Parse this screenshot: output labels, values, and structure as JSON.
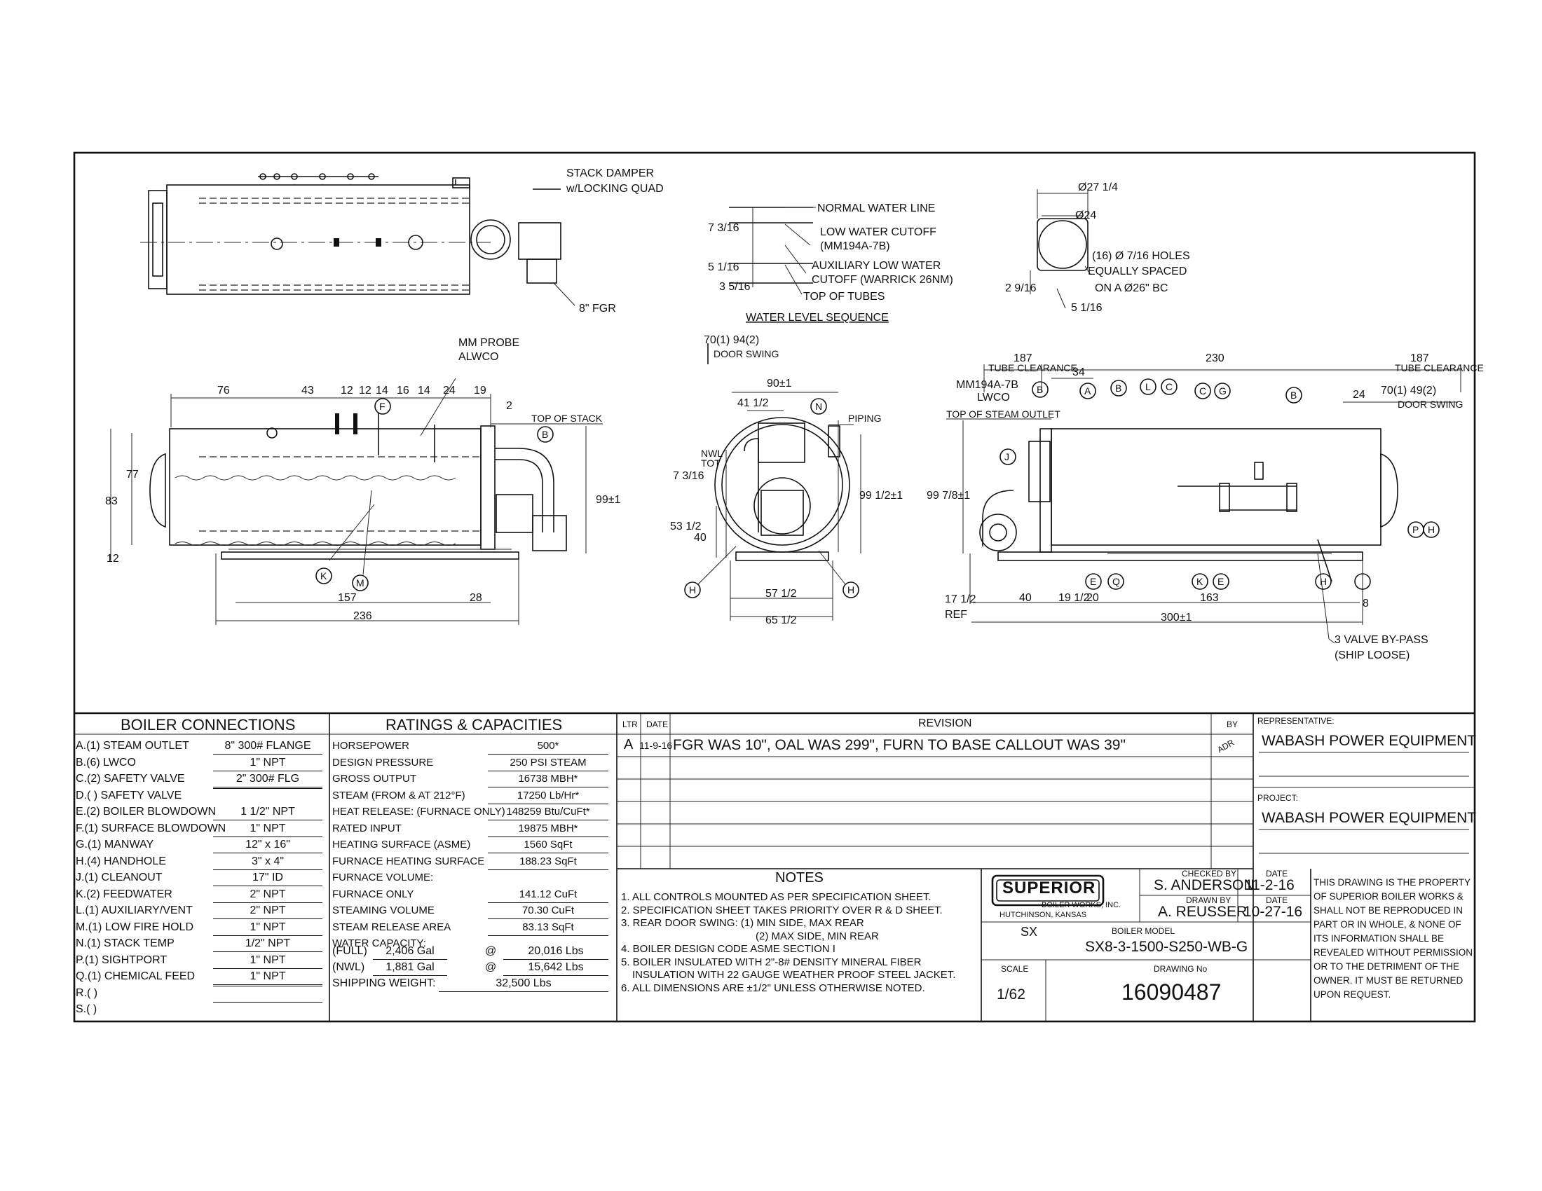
{
  "drawing": {
    "views": {
      "top": {
        "labels": [
          "STACK DAMPER",
          "w/LOCKING QUAD",
          "8\" FGR"
        ]
      },
      "water_level": {
        "title": "WATER LEVEL SEQUENCE",
        "labels": [
          "NORMAL WATER LINE",
          "LOW WATER CUTOFF",
          "(MM194A-7B)",
          "AUXILIARY LOW WATER",
          "CUTOFF (WARRICK 26NM)",
          "TOP OF TUBES"
        ],
        "dims": [
          "7 3/16",
          "5 1/16",
          "3 5/16"
        ]
      },
      "flange": {
        "dims": [
          "Ø27 1/4",
          "Ø24",
          "2 9/16",
          "5 1/16"
        ],
        "labels": [
          "(16) Ø 7/16 HOLES",
          "EQUALLY SPACED",
          "ON A Ø26\" BC"
        ]
      },
      "side_left": {
        "labels": [
          "MM PROBE",
          "ALWCO",
          "TOP OF STACK"
        ],
        "dims": [
          "76",
          "43",
          "12",
          "12",
          "14",
          "16",
          "14",
          "24",
          "19",
          "2",
          "77",
          "83",
          "99±1",
          "12",
          "157",
          "28",
          "236"
        ],
        "callouts": [
          "F",
          "B",
          "K",
          "M"
        ]
      },
      "front": {
        "labels": [
          "DOOR SWING",
          "PIPING",
          "NWL",
          "TOT"
        ],
        "dims": [
          "70(1) 94(2)",
          "90±1",
          "41 1/2",
          "7 3/16",
          "53 1/2",
          "40",
          "99 1/2±1",
          "57 1/2",
          "65 1/2"
        ],
        "callouts": [
          "N",
          "H",
          "H"
        ]
      },
      "side_right": {
        "labels": [
          "TUBE CLEARANCE",
          "TUBE CLEARANCE",
          "MM194A-7B",
          "LWCO",
          "TOP OF STEAM OUTLET",
          "DOOR SWING",
          "REF",
          "3 VALVE BY-PASS",
          "(SHIP LOOSE)"
        ],
        "dims": [
          "187",
          "230",
          "187",
          "34",
          "24",
          "70(1) 49(2)",
          "99 7/8±1",
          "17 1/2",
          "40",
          "19 1/2",
          "20",
          "163",
          "8",
          "300±1"
        ],
        "callouts": [
          "B",
          "A",
          "B",
          "L",
          "C",
          "C",
          "G",
          "B",
          "J",
          "P",
          "H",
          "E",
          "Q",
          "K",
          "E",
          "H"
        ]
      }
    }
  },
  "connections": {
    "title": "BOILER CONNECTIONS",
    "rows": [
      {
        "label": "A.(1) STEAM OUTLET",
        "value": "8\" 300# FLANGE"
      },
      {
        "label": "B.(6) LWCO",
        "value": "1\" NPT"
      },
      {
        "label": "C.(2) SAFETY VALVE",
        "value": "2\" 300# FLG"
      },
      {
        "label": "D.( ) SAFETY VALVE",
        "value": ""
      },
      {
        "label": "E.(2) BOILER BLOWDOWN",
        "value": "1 1/2\" NPT"
      },
      {
        "label": "F.(1) SURFACE BLOWDOWN",
        "value": "1\" NPT"
      },
      {
        "label": "G.(1) MANWAY",
        "value": "12\" x 16\""
      },
      {
        "label": "H.(4) HANDHOLE",
        "value": "3\" x 4\""
      },
      {
        "label": "J.(1) CLEANOUT",
        "value": "17\" ID"
      },
      {
        "label": "K.(2) FEEDWATER",
        "value": "2\" NPT"
      },
      {
        "label": "L.(1) AUXILIARY/VENT",
        "value": "2\" NPT"
      },
      {
        "label": "M.(1) LOW FIRE HOLD",
        "value": "1\" NPT"
      },
      {
        "label": "N.(1) STACK TEMP",
        "value": "1/2\" NPT"
      },
      {
        "label": "P.(1) SIGHTPORT",
        "value": "1\" NPT"
      },
      {
        "label": "Q.(1) CHEMICAL FEED",
        "value": "1\" NPT"
      },
      {
        "label": "R.( )",
        "value": ""
      },
      {
        "label": "S.( )",
        "value": ""
      }
    ]
  },
  "ratings": {
    "title": "RATINGS & CAPACITIES",
    "rows": [
      {
        "label": "HORSEPOWER",
        "value": "500*"
      },
      {
        "label": "DESIGN PRESSURE",
        "value": "250 PSI STEAM"
      },
      {
        "label": "GROSS OUTPUT",
        "value": "16738 MBH*"
      },
      {
        "label": "STEAM (FROM & AT 212°F)",
        "value": "17250 Lb/Hr*"
      },
      {
        "label": "HEAT RELEASE: (FURNACE ONLY)",
        "value": "148259 Btu/CuFt*"
      },
      {
        "label": "RATED INPUT",
        "value": "19875 MBH*"
      },
      {
        "label": "HEATING SURFACE (ASME)",
        "value": "1560 SqFt"
      },
      {
        "label": "FURNACE HEATING SURFACE",
        "value": "188.23 SqFt"
      },
      {
        "label": "FURNACE VOLUME:",
        "value": ""
      },
      {
        "label": "FURNACE ONLY",
        "value": "141.12 CuFt"
      },
      {
        "label": "STEAMING VOLUME",
        "value": "70.30 CuFt"
      },
      {
        "label": "STEAM RELEASE AREA",
        "value": "83.13 SqFt"
      },
      {
        "label": "WATER CAPACITY:",
        "value": ""
      }
    ],
    "water_full": {
      "label": "(FULL)",
      "gal": "2,406 Gal",
      "at": "@",
      "lbs": "20,016 Lbs"
    },
    "water_nwl": {
      "label": "(NWL)",
      "gal": "1,881 Gal",
      "at": "@",
      "lbs": "15,642 Lbs"
    },
    "shipping": {
      "label": "SHIPPING WEIGHT:",
      "value": "32,500 Lbs"
    }
  },
  "revision": {
    "headers": {
      "ltr": "LTR",
      "date": "DATE",
      "revision": "REVISION",
      "by": "BY"
    },
    "rows": [
      {
        "ltr": "A",
        "date": "11-9-16",
        "text": "FGR WAS 10\", OAL WAS 299\", FURN TO BASE CALLOUT WAS 39\"",
        "by": "ADR"
      }
    ]
  },
  "representative": {
    "label": "REPRESENTATIVE:",
    "value": "WABASH POWER EQUIPMENT"
  },
  "project": {
    "label": "PROJECT:",
    "value": "WABASH POWER EQUIPMENT"
  },
  "notes": {
    "title": "NOTES",
    "items": [
      "1. ALL CONTROLS MOUNTED AS PER SPECIFICATION SHEET.",
      "2. SPECIFICATION SHEET TAKES PRIORITY OVER R & D SHEET.",
      "3. REAR DOOR SWING: (1) MIN SIDE, MAX REAR",
      "(2) MAX SIDE, MIN REAR",
      "4. BOILER DESIGN CODE ASME SECTION   I",
      "5. BOILER INSULATED WITH 2\"-8# DENSITY MINERAL FIBER",
      "INSULATION WITH 22 GAUGE WEATHER PROOF STEEL JACKET.",
      "6. ALL DIMENSIONS ARE ±1/2\" UNLESS OTHERWISE NOTED."
    ]
  },
  "title_block": {
    "logo": "SUPERIOR",
    "company": "BOILER WORKS, INC.",
    "location": "HUTCHINSON, KANSAS",
    "checked_by_label": "CHECKED BY",
    "checked_by": "S. ANDERSON",
    "date_label": "DATE",
    "checked_date": "11-2-16",
    "drawn_by_label": "DRAWN BY",
    "drawn_by": "A. REUSSER",
    "drawn_date": "10-27-16",
    "series": "SX",
    "model_label": "BOILER MODEL",
    "model": "SX8-3-1500-S250-WB-G",
    "scale_label": "SCALE",
    "scale": "1/62",
    "drawing_no_label": "DRAWING No",
    "drawing_no": "16090487",
    "property_notice": [
      "THIS DRAWING IS THE PROPERTY",
      "OF SUPERIOR BOILER WORKS &",
      "SHALL NOT BE REPRODUCED IN",
      "PART OR IN WHOLE, & NONE OF",
      "ITS INFORMATION SHALL BE",
      "REVEALED WITHOUT PERMISSION",
      "OR TO THE DETRIMENT OF THE",
      "OWNER. IT MUST BE RETURNED",
      "UPON REQUEST."
    ]
  }
}
